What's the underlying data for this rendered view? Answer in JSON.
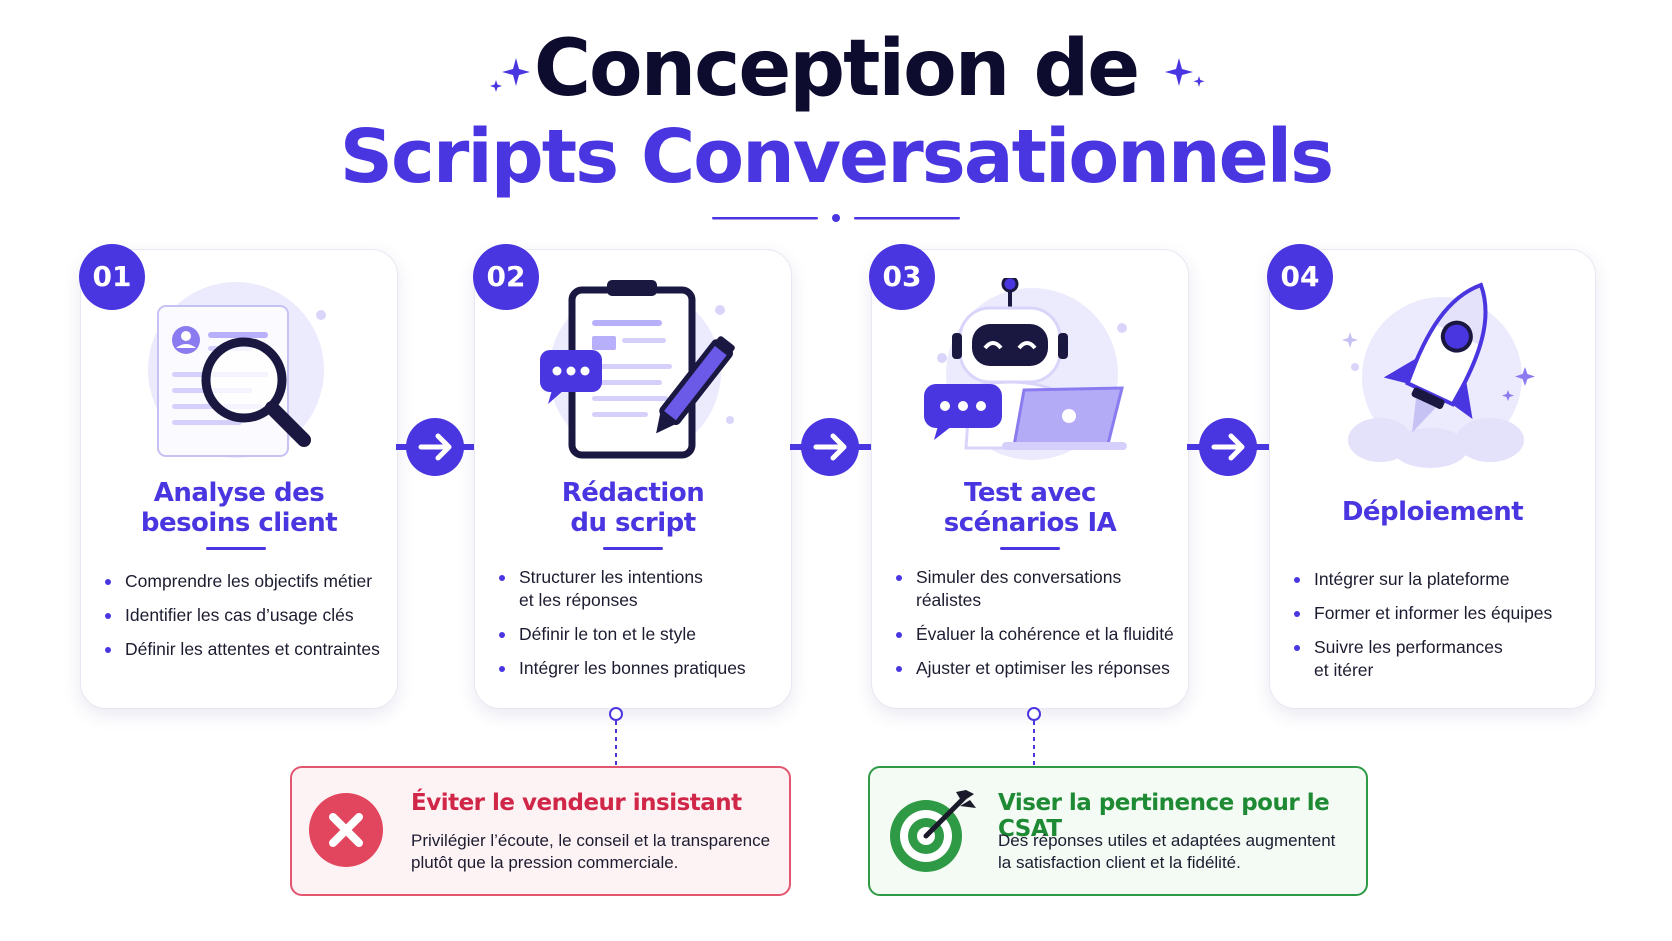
{
  "title": {
    "line1": "Conception de",
    "line2": "Scripts Conversationnels"
  },
  "colors": {
    "accent": "#4a36e0",
    "dark": "#0d0b2e",
    "danger": "#d02648",
    "success": "#1f8a34"
  },
  "steps": [
    {
      "number": "01",
      "title": "Analyse des\nbesoins client",
      "icon": "document-magnifier-icon",
      "items": [
        "Comprendre les objectifs métier",
        "Identifier les cas d’usage clés",
        "Définir les attentes et contraintes"
      ]
    },
    {
      "number": "02",
      "title": "Rédaction\ndu script",
      "icon": "clipboard-pen-icon",
      "items": [
        "Structurer les intentions\net les réponses",
        "Définir le ton et le style",
        "Intégrer les bonnes pratiques"
      ]
    },
    {
      "number": "03",
      "title": "Test avec\nscénarios IA",
      "icon": "robot-laptop-icon",
      "items": [
        "Simuler des conversations\nréalistes",
        "Évaluer la cohérence et la fluidité",
        "Ajuster et optimiser les réponses"
      ]
    },
    {
      "number": "04",
      "title": "Déploiement",
      "icon": "rocket-icon",
      "items": [
        "Intégrer sur la plateforme",
        "Former et informer les équipes",
        "Suivre les performances\net itérer"
      ]
    }
  ],
  "callouts": {
    "avoid": {
      "icon": "x-circle-icon",
      "title": "Éviter le vendeur insistant",
      "text": "Privilégier l’écoute, le conseil et la transparence\nplutôt que la pression commerciale."
    },
    "aim": {
      "icon": "target-icon",
      "title": "Viser la pertinence pour le CSAT",
      "text": "Des réponses utiles et adaptées augmentent\nla satisfaction client et la fidélité."
    }
  }
}
